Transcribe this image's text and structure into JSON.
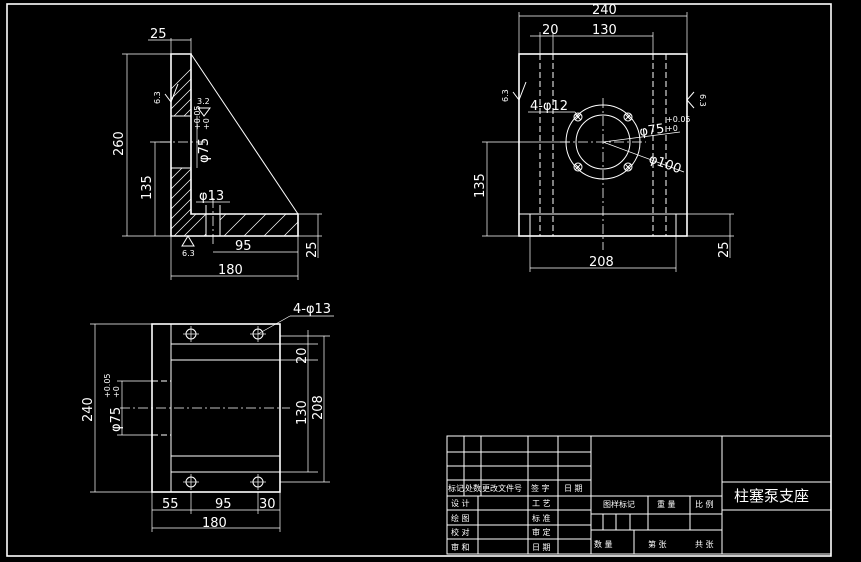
{
  "dims": {
    "side": {
      "top_width": "25",
      "height_total": "260",
      "height_hole": "135",
      "base_thickness": "25",
      "bore_dia": "φ75",
      "bore_tol_upper": "+0.05",
      "bore_tol_lower": "+0",
      "hole_dia": "φ13",
      "hole_offset": "95",
      "base_length": "180",
      "rough_left": "6.3",
      "rough_mid": "3.2",
      "rough_bottom": "6.3"
    },
    "front": {
      "overall_width": "240",
      "slot_width": "20",
      "bolt_spacing": "130",
      "bolt_holes": "4-φ12",
      "bore_dia": "φ75",
      "bore_tol_upper": "+0.05",
      "bore_tol_lower": "+0",
      "bolt_circle": "φ100",
      "center_height": "135",
      "base_width": "208",
      "base_thickness": "25",
      "rough_left": "6.3",
      "rough_right": "6.3"
    },
    "top": {
      "holes": "4-φ13",
      "overall_height": "240",
      "bore_dia": "φ75",
      "bore_tol_upper": "+0.05",
      "bore_tol_lower": "+0",
      "slot_width": "20",
      "slot_spacing": "130",
      "base_width": "208",
      "seg1": "55",
      "seg2": "95",
      "seg3": "30",
      "overall_length": "180"
    }
  },
  "title_block": {
    "title": "柱塞泵支座",
    "labels": {
      "mark": "标记",
      "count": "处数",
      "change_doc": "更改文件号",
      "sign": "签 字",
      "date": "日 期",
      "design": "设 计",
      "draw": "绘 图",
      "check": "校 对",
      "review": "审 和",
      "process": "工 艺",
      "standard": "标 准",
      "approve": "审 定",
      "date2": "日 期",
      "drawing_mark": "图样标记",
      "weight": "重 量",
      "scale": "比 例",
      "quantity": "数 量",
      "sheet": "第    张",
      "total": "共 张"
    }
  },
  "colors": {
    "background": "#000000",
    "lines": "#ffffff"
  }
}
